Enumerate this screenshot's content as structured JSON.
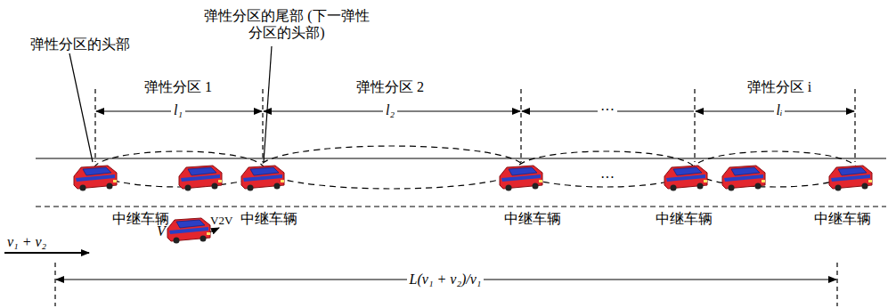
{
  "diagram": {
    "labels": [
      "弹性分区的尾部 (下一弹性分区的头部)",
      "弹性分区的头部",
      "弹性分区 1",
      "弹性分区 2",
      "弹性分区 i",
      "l₁",
      "l₂",
      "···",
      "lᵢ",
      "···",
      "中继车辆",
      "V",
      "V2V",
      "中继车辆",
      "中继车辆",
      "中继车辆",
      "中继车辆",
      "v₁ + v₂",
      "L(v₁ + v₂)/v₁"
    ]
  }
}
